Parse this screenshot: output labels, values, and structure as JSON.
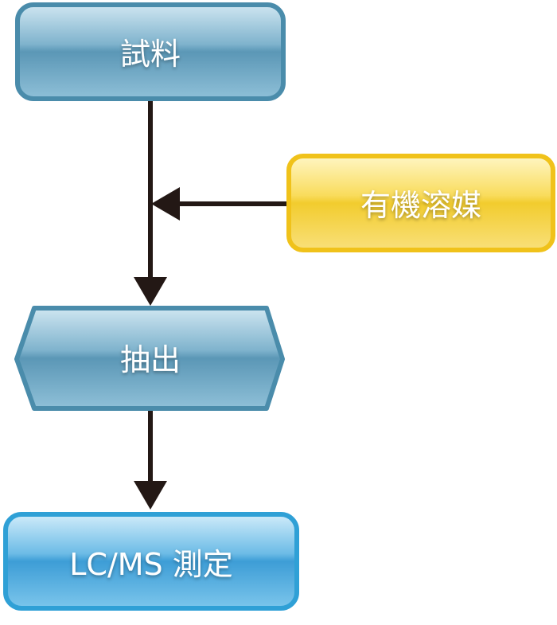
{
  "nodes": {
    "sample": {
      "label": "試料"
    },
    "solvent": {
      "label": "有機溶媒"
    },
    "extraction": {
      "label": "抽出"
    },
    "measurement": {
      "label": "LC/MS 測定"
    }
  },
  "colors": {
    "blue_steel_border": "#4a8cab",
    "blue_steel_top": "#a8cfe2",
    "blue_steel_mid": "#5c9bbb",
    "blue_steel_bottom": "#3f7d9e",
    "blue_bright_border": "#2fa0d6",
    "blue_bright_top": "#a9d8f2",
    "blue_bright_mid": "#4aa7dc",
    "blue_bright_bottom": "#2f86c2",
    "yellow_border": "#f0c21a",
    "yellow_top": "#fff3b0",
    "yellow_mid": "#f7d23c",
    "yellow_bottom": "#e2b516",
    "arrow": "#231815"
  }
}
